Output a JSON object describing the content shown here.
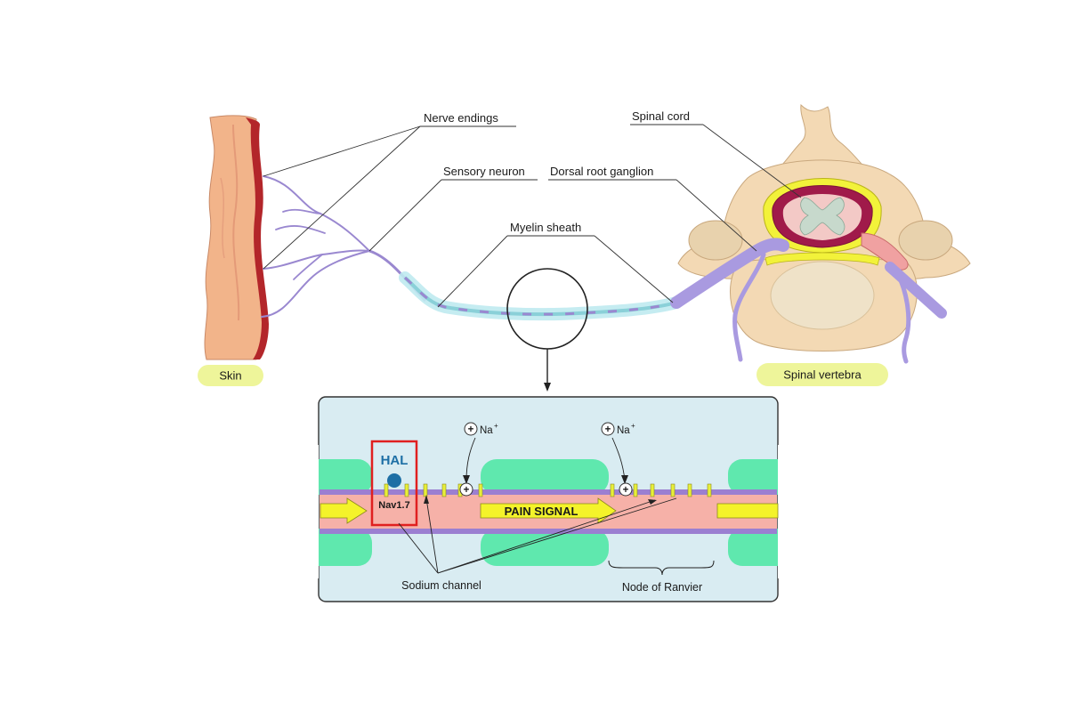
{
  "labels": {
    "nerve_endings": "Nerve endings",
    "sensory_neuron": "Sensory neuron",
    "spinal_cord": "Spinal cord",
    "dorsal_root_ganglion": "Dorsal root ganglion",
    "myelin_sheath": "Myelin sheath",
    "skin": "Skin",
    "spinal_vertebra": "Spinal vertebra"
  },
  "inset": {
    "ion_left": "Na",
    "ion_right": "Na",
    "ion_charge": "+",
    "hal": "HAL",
    "channel_name": "Nav1.7",
    "pain_signal": "PAIN SIGNAL",
    "sodium_channel": "Sodium channel",
    "node_of_ranvier": "Node of Ranvier"
  },
  "colors": {
    "skin": "#f2b48a",
    "skin_edge": "#b3262a",
    "nerve": "#9a88d0",
    "myelin": "#bfeaf0",
    "bone": "#f3d9b4",
    "pill": "#eef59a",
    "inset_bg": "#d9ecf2",
    "axon": "#f6b1a8",
    "membrane": "#9b7fd1",
    "myelin_block": "#5fe8ae",
    "arrow": "#f4f32a",
    "highlight": "#e02020",
    "hal_dot": "#1d6fa5"
  }
}
